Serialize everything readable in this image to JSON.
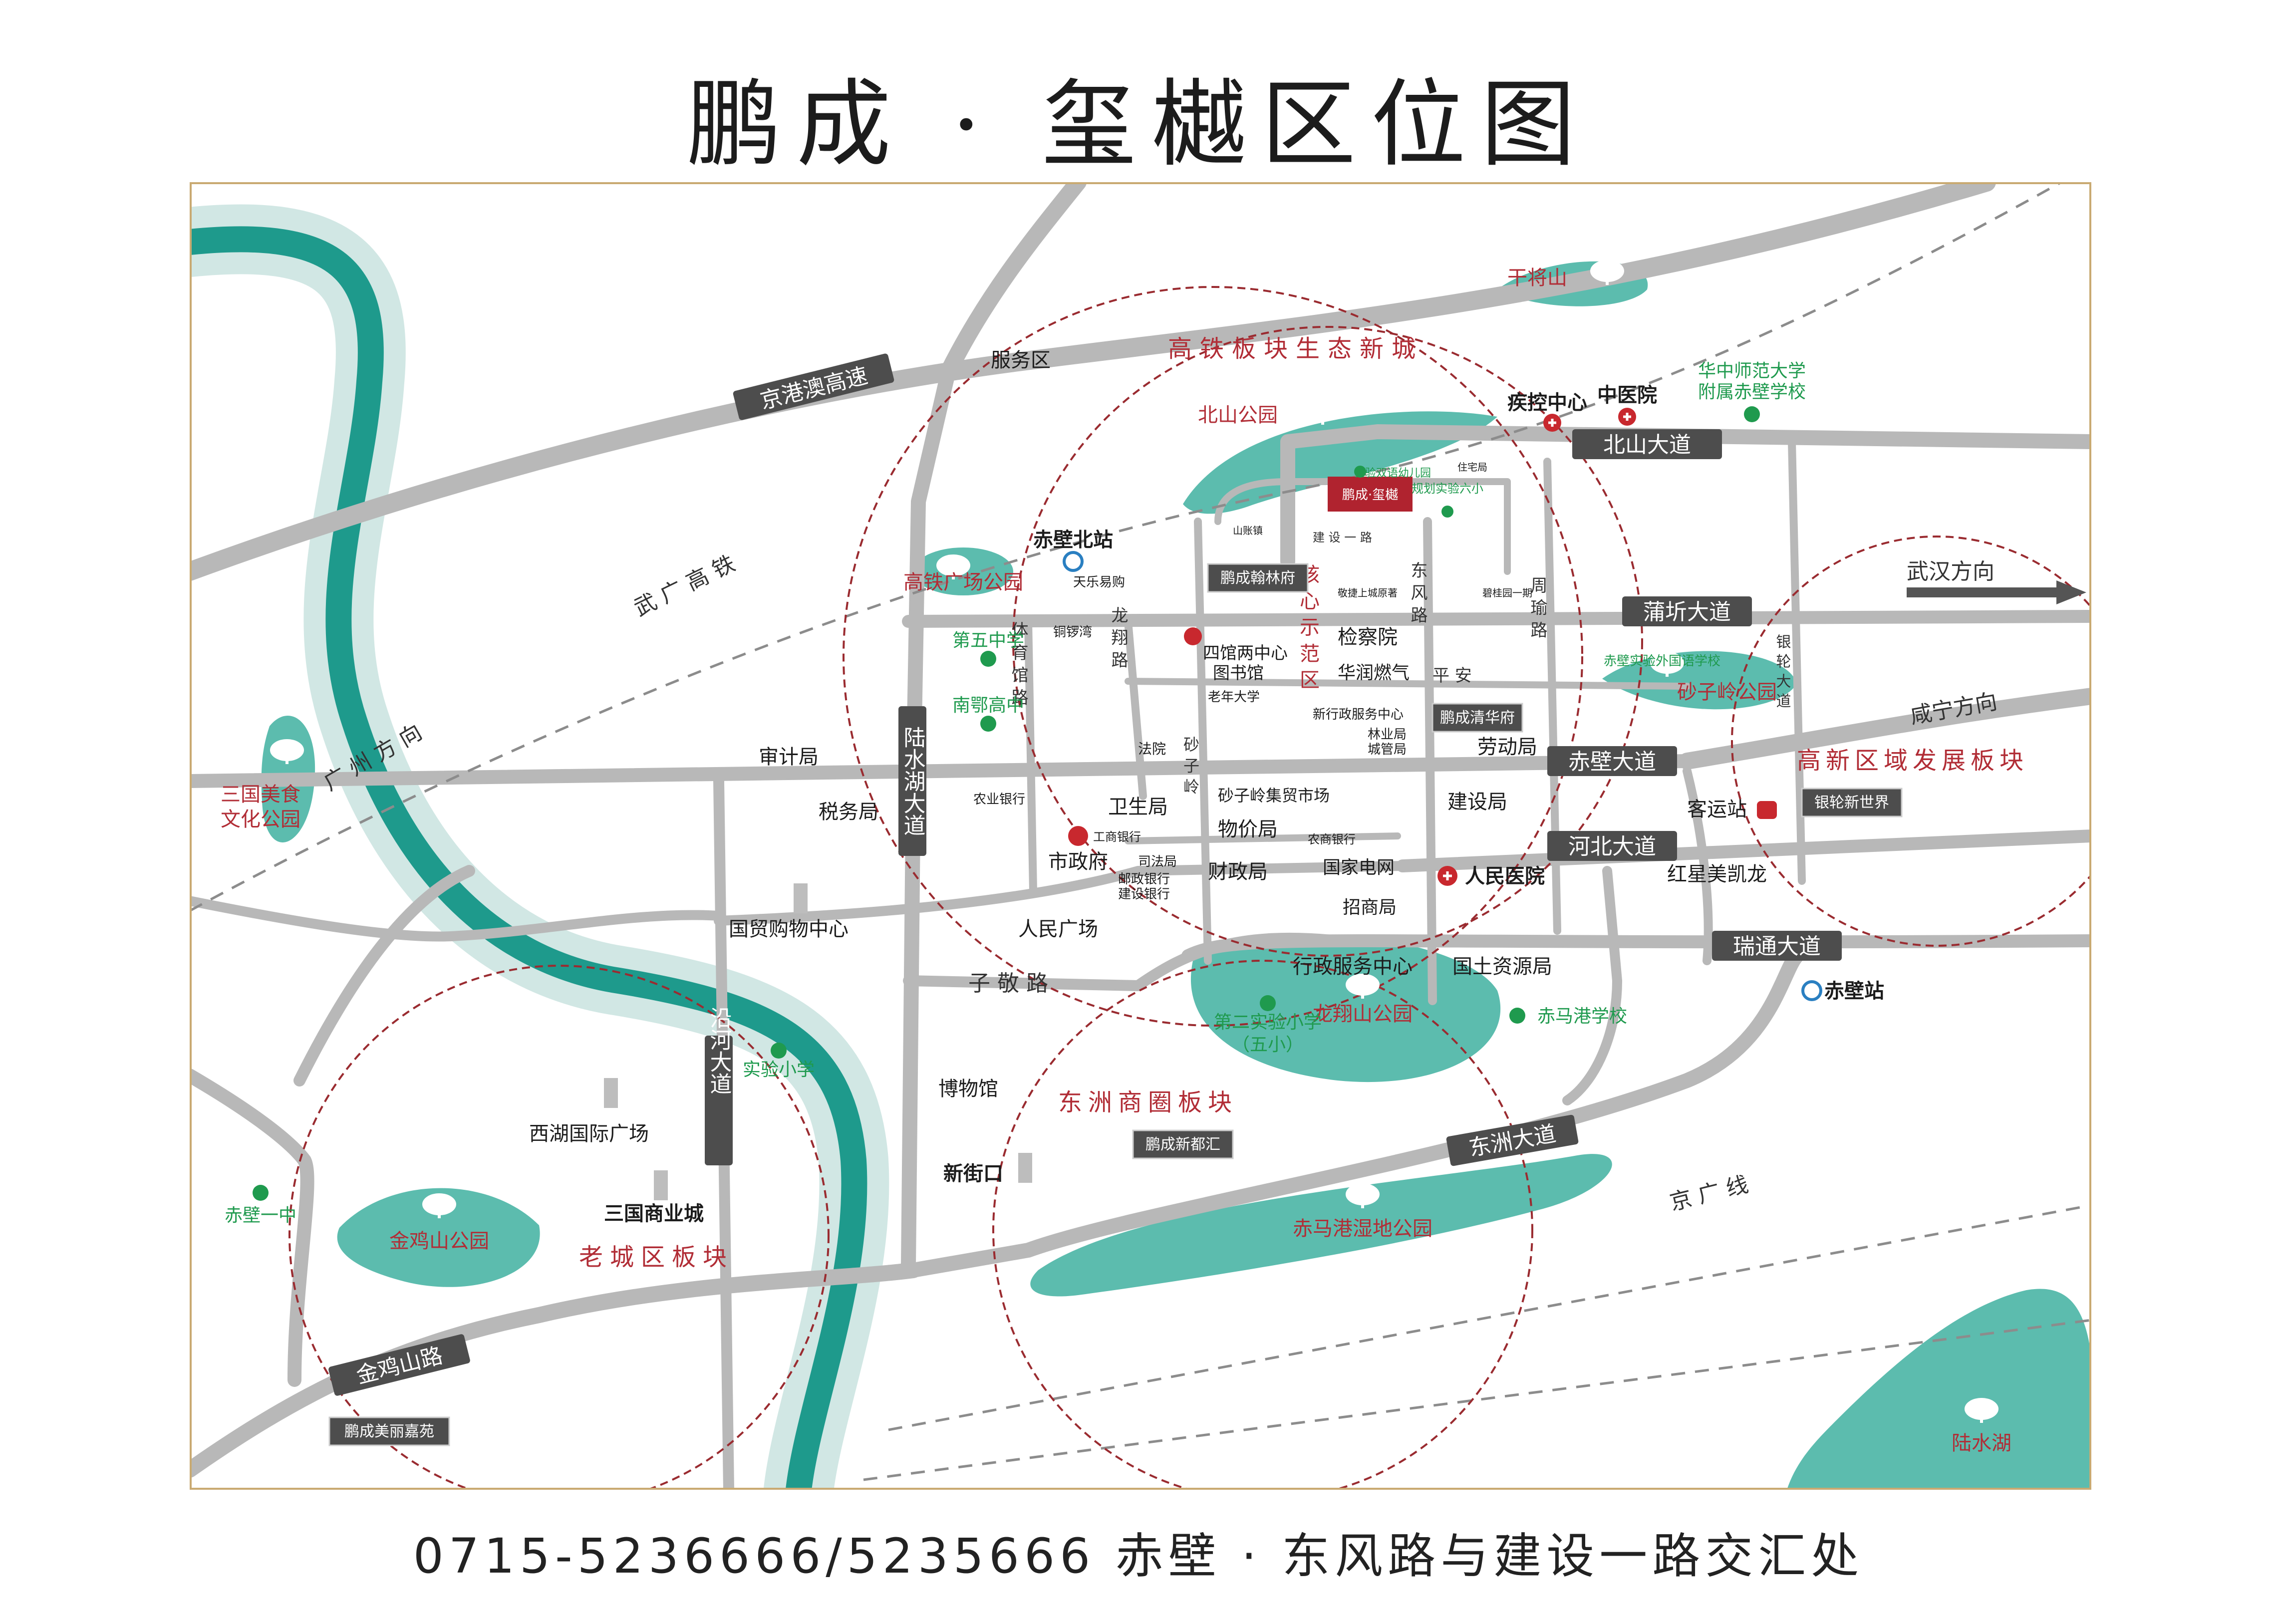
{
  "title": "鹏成 · 玺樾区位图",
  "footer": {
    "phone": "0715-5236666/5235666",
    "address": "赤壁 · 东风路与建设一路交汇处"
  },
  "colors": {
    "river": "#1e9a8c",
    "river_halo": "#cfe6e3",
    "park": "#3fb0a0",
    "road": "#b5b5b5",
    "road_label_bg": "#4d4d4d",
    "circle": "#9a2b30",
    "zone_text": "#b12d36",
    "school_text": "#1f9a4e",
    "label_text": "#1c1c1c",
    "map_border": "#c9aa72"
  },
  "icons": {
    "school": "school-icon",
    "hospital": "hospital-icon",
    "station": "train-station-icon",
    "government": "government-star-icon",
    "building": "building-icon",
    "park_tree": "tree-icon",
    "bus": "bus-station-icon"
  },
  "road_labels": {
    "jinggang": "京港澳高速",
    "lushuihu": "陆水湖大道",
    "yanhe": "沿河大道",
    "beishan": "北山大道",
    "puqi": "蒲圻大道",
    "chibi": "赤壁大道",
    "hebei": "河北大道",
    "ruitong": "瑞通大道",
    "dongzhou": "东洲大道",
    "jinjishan": "金鸡山路"
  },
  "street_text": {
    "wuguang": "武 广 高 铁",
    "guangzhou": "广 州 方 向",
    "wuhan": "武汉方向",
    "xianning": "咸宁方向",
    "jingguang": "京  广  线",
    "zijing": "子    敬    路",
    "tiyu": "体 育 馆 路",
    "longxiang": "龙 翔 路",
    "shaziling": "砂 子 岭",
    "dongfeng": "东 风 路",
    "zhouyu": "周 瑜 路",
    "yinlun": "银 轮 大 道",
    "pingan": "平  安",
    "jianshe": "建 设 一 路",
    "hexin": "核 心 示 范 区"
  },
  "zones": {
    "gaotie": "高铁板块生态新城",
    "gaoxin": "高新区域发展板块",
    "dongzhou": "东洲商圈板块",
    "laocheng": "老城区板块"
  },
  "parks": {
    "gaotie": "高铁广场公园",
    "beishan": "北山公园",
    "ganjiang": "干将山",
    "shaziling": "砂子岭公园",
    "sanguo": "三国美食文化公园",
    "jinjishan": "金鸡山公园",
    "longxiang": "龙翔山公园",
    "chimagang": "赤马港湿地公园",
    "lushuihu": "陆水湖"
  },
  "projects": {
    "xiyue": "鹏成·玺樾",
    "hanlin": "鹏成翰林府",
    "qinghua": "鹏成清华府",
    "duhui": "鹏成新都汇",
    "meili": "鹏成美丽嘉苑",
    "yinlun": "银轮新世界"
  },
  "schools": {
    "huazhong": "华中师范大学附属赤壁学校",
    "shiyan_shuangyu": "实验双语幼儿园",
    "guihua": "规划实验六小",
    "di5": "第五中学",
    "nane": "南鄂高中",
    "waiguoyu": "赤壁实验外国语学校",
    "di2": "第二实验小学（五小）",
    "chimagang": "赤马港学校",
    "shiyan": "实验小学",
    "yizhong": "赤壁一中"
  },
  "hospitals": {
    "jikong": "疾控中心",
    "zhongyi": "中医院",
    "renmin": "人民医院"
  },
  "stations": {
    "chibibei": "赤壁北站",
    "chibi": "赤壁站",
    "keyun": "客运站"
  },
  "labels": {
    "fuwuqu": "服务区",
    "shenji": "审计局",
    "shuiwu": "税务局",
    "guomao": "国贸购物中心",
    "tianle": "天乐易购",
    "tonglu": "铜锣湾",
    "siguan": "四馆两中心",
    "tushuguan": "图书馆",
    "jianchayuan": "检察院",
    "huarun": "华润燃气",
    "laonian": "老年大学",
    "xincheng": "新行政服务中心",
    "linye": "林业局",
    "chengguan": "城管局",
    "laodong": "劳动局",
    "fayuan": "法院",
    "nongye": "农业银行",
    "weisheng": "卫生局",
    "shaziling_market": "砂子岭集贸市场",
    "wujia": "物价局",
    "jianshe_ju": "建设局",
    "nongshang": "农商银行",
    "gongshang": "工商银行",
    "shizhengfu": "市政府",
    "sifa": "司法局",
    "youzheng": "邮政银行",
    "jianshe_bank": "建设银行",
    "caizheng": "财政局",
    "guojia_dianwang": "国家电网",
    "zhaoshang": "招商局",
    "renmin_guangchang": "人民广场",
    "xingzheng": "行政服务中心",
    "guotu": "国土资源局",
    "hongxing": "红星美凯龙",
    "bowuguan": "博物馆",
    "xinjiekou": "新街口",
    "xihu": "西湖国际广场",
    "sanguo_shangye": "三国商业城",
    "shanzhen": "山账镇",
    "zhufang": "住宅局",
    "changning": "碧桂园一期",
    "jingtai": "敬捷上城原著",
    "lvdi": "碧桂园一期"
  }
}
